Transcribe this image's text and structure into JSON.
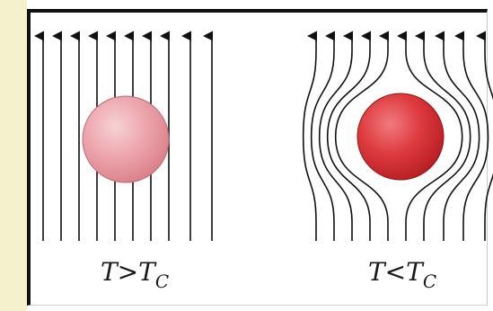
{
  "panels": [
    {
      "id": "normal",
      "label_main": "T>T",
      "label_sub": "C",
      "sphere_color": "#e98a92",
      "field_lines": "straight"
    },
    {
      "id": "superconducting",
      "label_main": "T<T",
      "label_sub": "C",
      "sphere_color": "#d42b30",
      "field_lines": "expelled"
    }
  ],
  "colors": {
    "line": "#111111",
    "frame": "#111111",
    "strip": "#f4f1cc"
  }
}
